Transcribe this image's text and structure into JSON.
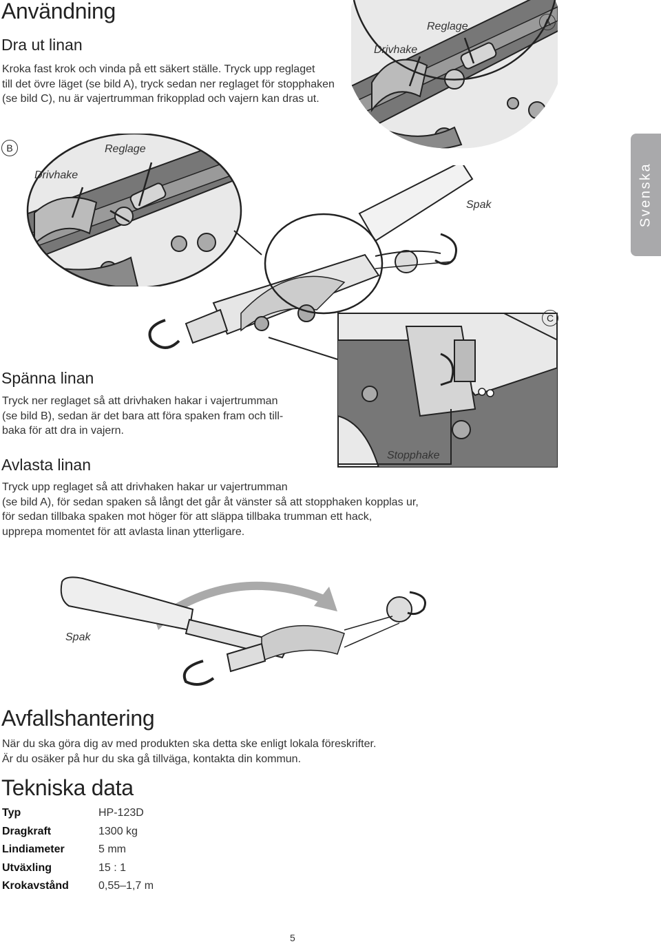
{
  "title": "Användning",
  "sections": {
    "dra_ut": {
      "heading": "Dra ut linan",
      "lines": [
        "Kroka fast krok och vinda på ett säkert ställe. Tryck upp reglaget",
        "till det övre läget (se bild A), tryck sedan ner reglaget för stopphaken",
        "(se bild C), nu är vajertrumman frikopplad och vajern kan dras ut."
      ]
    },
    "spanna": {
      "heading": "Spänna linan",
      "lines": [
        "Tryck ner reglaget så att drivhaken hakar i vajertrumman",
        "(se bild B), sedan är det bara att föra spaken fram och till-",
        "baka för att dra in vajern."
      ]
    },
    "avlasta": {
      "heading": "Avlasta linan",
      "lines": [
        "Tryck upp reglaget så att drivhaken hakar ur vajertrumman",
        "(se bild A), för sedan spaken så långt det går åt vänster så att stopphaken kopplas ur,",
        "för sedan tillbaka spaken mot höger för att släppa tillbaka trumman ett hack,",
        "upprepa momentet för att avlasta linan ytterligare."
      ]
    },
    "avfall": {
      "heading": "Avfallshantering",
      "lines": [
        "När du ska göra dig av med produkten ska detta ske enligt lokala föreskrifter.",
        "Är du osäker på hur du ska gå tillväga, kontakta din kommun."
      ]
    },
    "teknisk": {
      "heading": "Tekniska data",
      "rows": [
        {
          "key": "Typ",
          "value": "HP-123D"
        },
        {
          "key": "Dragkraft",
          "value": "1300 kg"
        },
        {
          "key": "Lindiameter",
          "value": "5 mm"
        },
        {
          "key": "Utväxling",
          "value": "15 : 1"
        },
        {
          "key": "Krokavstånd",
          "value": "0,55–1,7 m"
        }
      ]
    }
  },
  "figure_labels": {
    "a_badge": "A",
    "b_badge": "B",
    "c_badge": "C",
    "a_reglage": "Reglage",
    "a_drivhake": "Drivhake",
    "b_reglage": "Reglage",
    "b_drivhake": "Drivhake",
    "spak_main": "Spak",
    "stopphake": "Stopphake",
    "spak_bottom": "Spak"
  },
  "side_tab": "Svenska",
  "page_number": "5"
}
